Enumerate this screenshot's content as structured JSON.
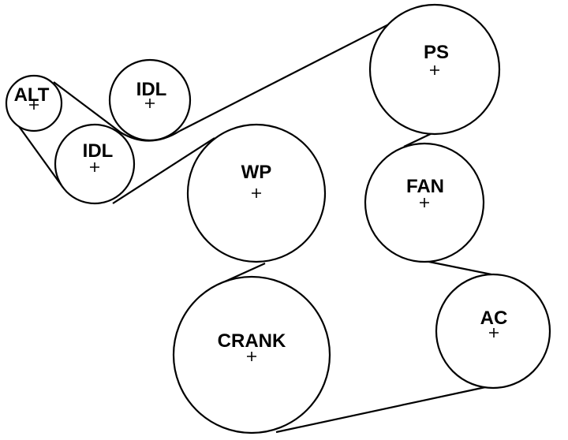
{
  "diagram": {
    "pulleys": [
      {
        "id": "alt",
        "label": "ALT"
      },
      {
        "id": "idl-upper",
        "label": "IDL"
      },
      {
        "id": "idl-lower",
        "label": "IDL"
      },
      {
        "id": "ps",
        "label": "PS"
      },
      {
        "id": "wp",
        "label": "WP"
      },
      {
        "id": "fan",
        "label": "FAN"
      },
      {
        "id": "crank",
        "label": "CRANK"
      },
      {
        "id": "ac",
        "label": "AC"
      }
    ]
  }
}
